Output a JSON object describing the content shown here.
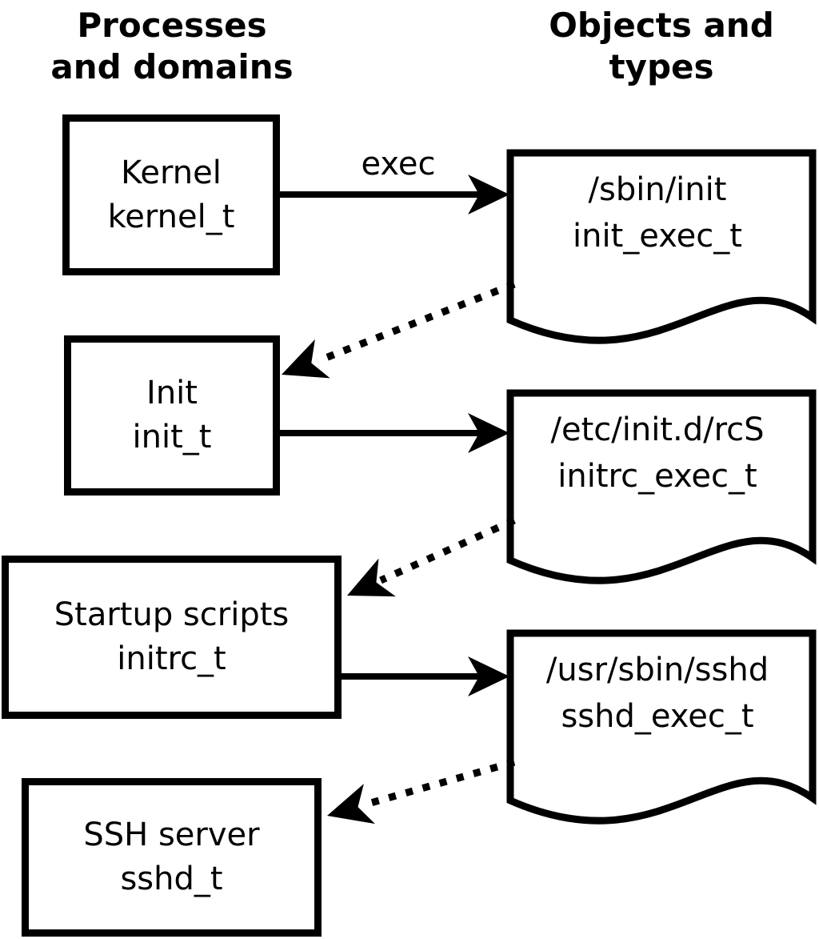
{
  "diagram": {
    "kind": "selinux-domain-transition-flow",
    "colors": {
      "foreground": "#000000",
      "background": "#ffffff"
    },
    "headers": {
      "left": {
        "line1": "Processes",
        "line2": "and domains"
      },
      "right": {
        "line1": "Objects and",
        "line2": "types"
      }
    },
    "process_nodes": [
      {
        "name": "Kernel",
        "type": "kernel_t"
      },
      {
        "name": "Init",
        "type": "init_t"
      },
      {
        "name": "Startup scripts",
        "type": "initrc_t"
      },
      {
        "name": "SSH server",
        "type": "sshd_t"
      }
    ],
    "object_nodes": [
      {
        "path": "/sbin/init",
        "type": "init_exec_t"
      },
      {
        "path": "/etc/init.d/rcS",
        "type": "initrc_exec_t"
      },
      {
        "path": "/usr/sbin/sshd",
        "type": "sshd_exec_t"
      }
    ],
    "edges": {
      "exec_label": "exec",
      "solid_arrows": [
        "kernel_t -> /sbin/init (exec)",
        "init_t -> /etc/init.d/rcS",
        "initrc_t -> /usr/sbin/sshd"
      ],
      "dotted_arrows": [
        "/sbin/init (init_exec_t) -> init_t",
        "/etc/init.d/rcS (initrc_exec_t) -> initrc_t",
        "/usr/sbin/sshd (sshd_exec_t) -> sshd_t"
      ]
    }
  }
}
